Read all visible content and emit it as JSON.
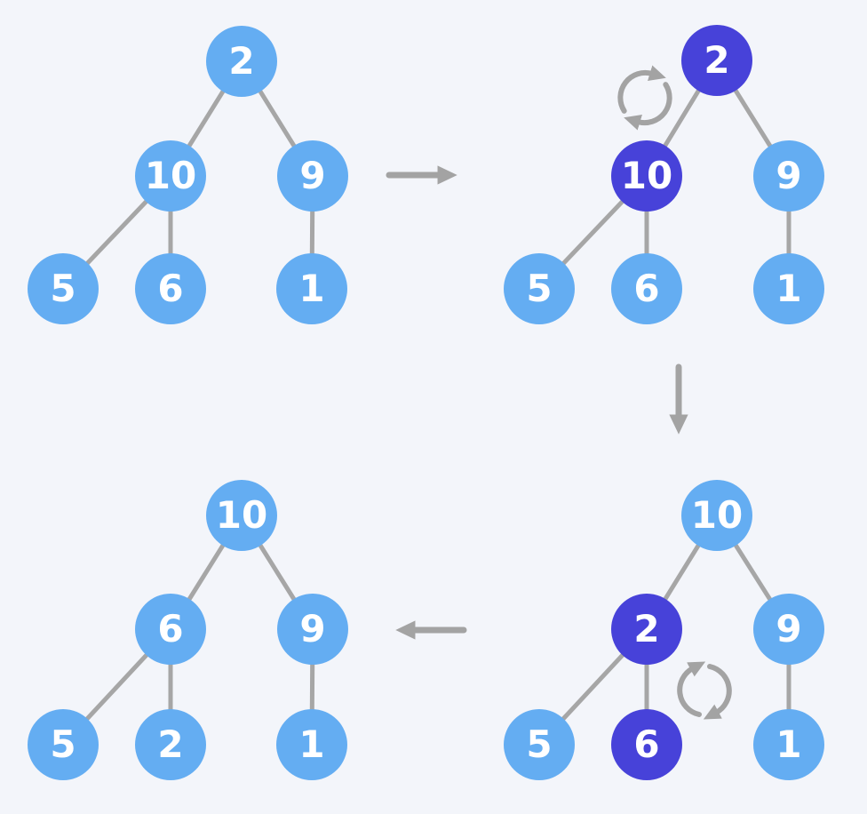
{
  "colors": {
    "background": "#f3f5fa",
    "node_default": "#64adf2",
    "node_highlight": "#4742d9",
    "node_text": "#ffffff",
    "edge": "#a6a6a6",
    "arrow": "#a3a3a3"
  },
  "diagram": {
    "type": "binary-tree-heapify-steps",
    "steps": [
      {
        "name": "step-1",
        "swap_icon": null,
        "nodes": [
          {
            "value": "2",
            "highlighted": false
          },
          {
            "value": "10",
            "highlighted": false
          },
          {
            "value": "9",
            "highlighted": false
          },
          {
            "value": "5",
            "highlighted": false
          },
          {
            "value": "6",
            "highlighted": false
          },
          {
            "value": "1",
            "highlighted": false
          }
        ]
      },
      {
        "name": "step-2",
        "swap_icon": "circular-swap-arrows",
        "swap_between": [
          "2",
          "10"
        ],
        "nodes": [
          {
            "value": "2",
            "highlighted": true
          },
          {
            "value": "10",
            "highlighted": true
          },
          {
            "value": "9",
            "highlighted": false
          },
          {
            "value": "5",
            "highlighted": false
          },
          {
            "value": "6",
            "highlighted": false
          },
          {
            "value": "1",
            "highlighted": false
          }
        ]
      },
      {
        "name": "step-3",
        "swap_icon": "circular-swap-arrows",
        "swap_between": [
          "2",
          "6"
        ],
        "nodes": [
          {
            "value": "10",
            "highlighted": false
          },
          {
            "value": "2",
            "highlighted": true
          },
          {
            "value": "9",
            "highlighted": false
          },
          {
            "value": "5",
            "highlighted": false
          },
          {
            "value": "6",
            "highlighted": true
          },
          {
            "value": "1",
            "highlighted": false
          }
        ]
      },
      {
        "name": "step-4",
        "swap_icon": null,
        "nodes": [
          {
            "value": "10",
            "highlighted": false
          },
          {
            "value": "6",
            "highlighted": false
          },
          {
            "value": "9",
            "highlighted": false
          },
          {
            "value": "5",
            "highlighted": false
          },
          {
            "value": "2",
            "highlighted": false
          },
          {
            "value": "1",
            "highlighted": false
          }
        ]
      }
    ],
    "flow_arrows": [
      {
        "direction": "right"
      },
      {
        "direction": "down"
      },
      {
        "direction": "left"
      }
    ]
  }
}
